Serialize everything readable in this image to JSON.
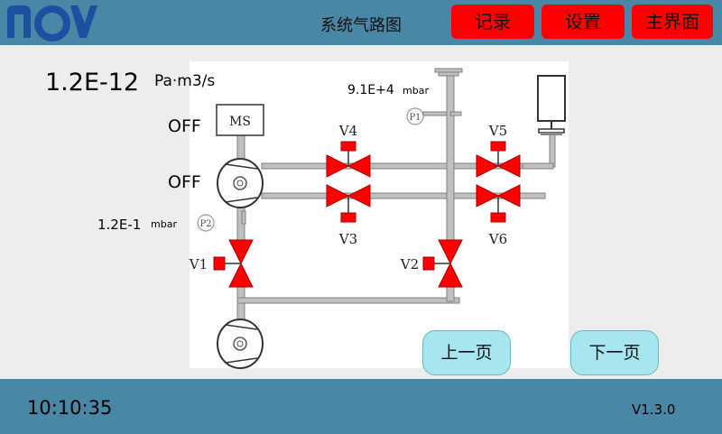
{
  "header": {
    "title": "系统气路图",
    "buttons": {
      "record": "记录",
      "settings": "设置",
      "main": "主界面"
    }
  },
  "readings": {
    "leak_rate": "1.2E-12",
    "leak_unit": "Pa·m3/s",
    "ms_status": "OFF",
    "pump_status": "OFF",
    "p2_value": "1.2E-1",
    "p2_unit": "mbar",
    "p1_value": "9.1E+4",
    "p1_unit": "mbar"
  },
  "diagram": {
    "ms_label": "MS",
    "p1": "P1",
    "p2": "P2",
    "valves": {
      "v1": "V1",
      "v2": "V2",
      "v3": "V3",
      "v4": "V4",
      "v5": "V5",
      "v6": "V6"
    },
    "colors": {
      "valve": "#ff0000",
      "pipe": "#c0c0c0"
    }
  },
  "nav": {
    "prev": "上一页",
    "next": "下一页"
  },
  "footer": {
    "time": "10:10:35",
    "version": "V1.3.0"
  },
  "icons": {
    "logo": "nay-logo"
  }
}
